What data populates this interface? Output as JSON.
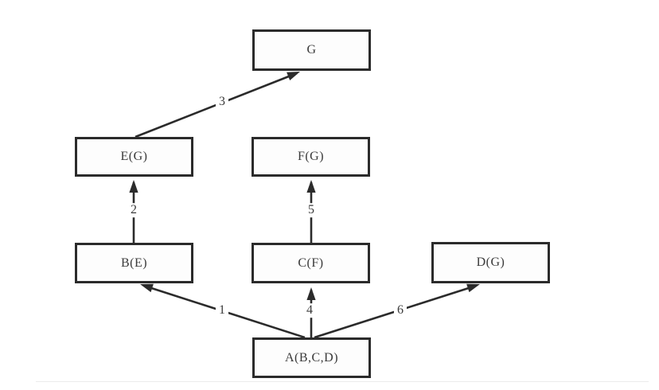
{
  "diagram": {
    "nodes": [
      {
        "id": "G",
        "label": "G"
      },
      {
        "id": "E",
        "label": "E(G)"
      },
      {
        "id": "F",
        "label": "F(G)"
      },
      {
        "id": "B",
        "label": "B(E)"
      },
      {
        "id": "C",
        "label": "C(F)"
      },
      {
        "id": "D",
        "label": "D(G)"
      },
      {
        "id": "A",
        "label": "A(B,C,D)"
      }
    ],
    "edges": [
      {
        "label": "1",
        "from": "A",
        "to": "B"
      },
      {
        "label": "2",
        "from": "B",
        "to": "E"
      },
      {
        "label": "3",
        "from": "E",
        "to": "G"
      },
      {
        "label": "4",
        "from": "A",
        "to": "C"
      },
      {
        "label": "5",
        "from": "C",
        "to": "F"
      },
      {
        "label": "6",
        "from": "A",
        "to": "D"
      }
    ],
    "colors": {
      "line": "#2b2b2b",
      "box_border": "#2b2b2b",
      "text": "#3a3a3a",
      "background": "#ffffff"
    }
  }
}
